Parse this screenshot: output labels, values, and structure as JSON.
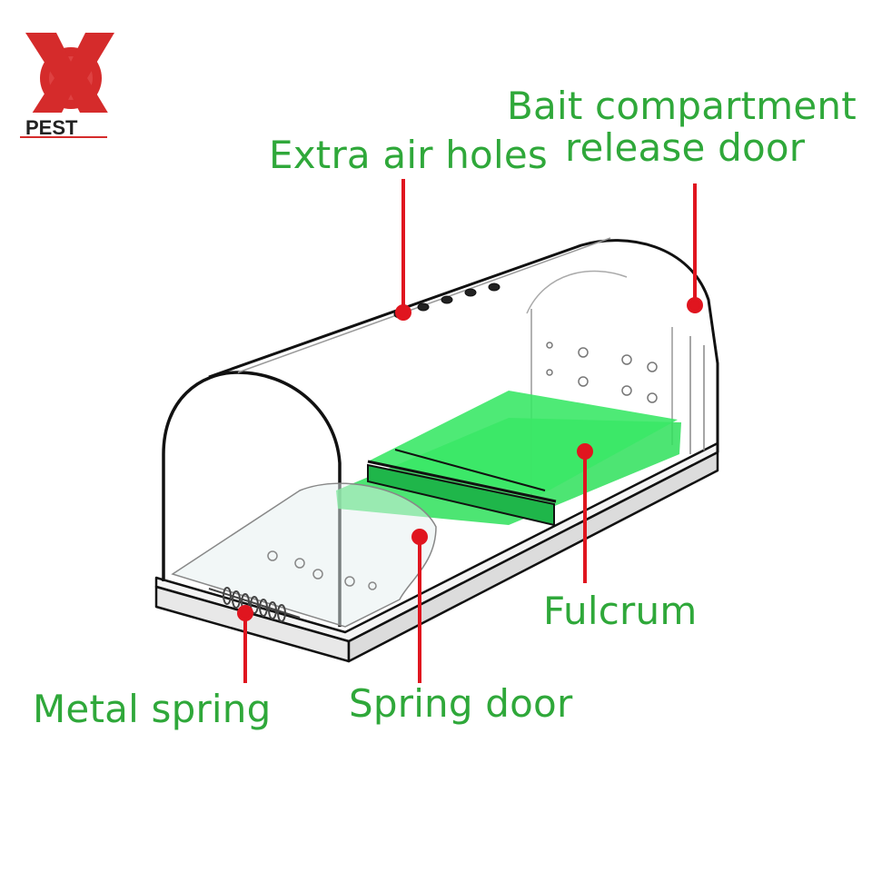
{
  "logo": {
    "text": "PEST",
    "mark": "x-icon",
    "colors": {
      "red": "#d52b2b",
      "dark": "#8f1a1a"
    }
  },
  "labels": {
    "extra_air_holes": "Extra air holes",
    "bait_line1": "Bait compartment",
    "bait_line2": "release door",
    "fulcrum": "Fulcrum",
    "metal_spring": "Metal spring",
    "spring_door": "Spring door"
  },
  "colors": {
    "label_green": "#2fa83a",
    "callout_red": "#e0151f",
    "platform_green": "#2ee05a",
    "outline": "#111111"
  }
}
